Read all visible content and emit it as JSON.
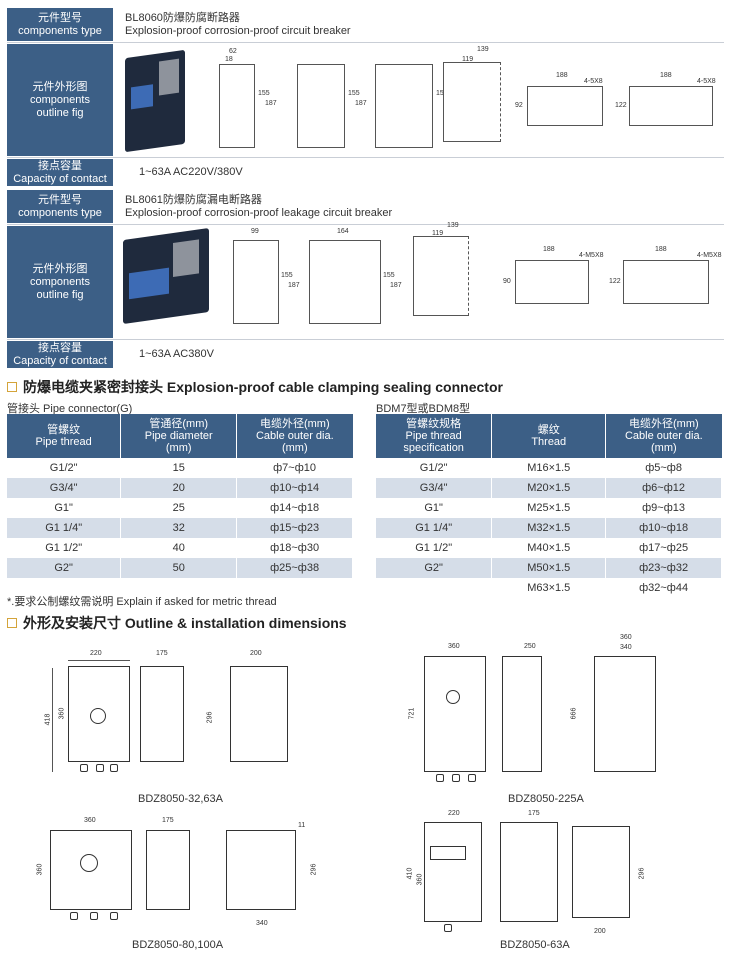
{
  "products": [
    {
      "type_label_cn": "元件型号",
      "type_label_en": "components type",
      "name_cn": "BL8060防爆防腐断路器",
      "name_en": "Explosion-proof corrosion-proof circuit breaker",
      "outline_label_cn": "元件外形图",
      "outline_label_en1": "components",
      "outline_label_en2": "outline fig",
      "capacity_label_cn": "接点容量",
      "capacity_label_en": "Capacity of contact",
      "capacity_value": "1~63A  AC220V/380V",
      "dims": {
        "d1": "62",
        "d2": "18",
        "d3": "155",
        "d4": "187",
        "d5": "139",
        "d6": "119",
        "d7": "188",
        "d8": "4-5X8",
        "d9": "92",
        "d10": "122"
      }
    },
    {
      "type_label_cn": "元件型号",
      "type_label_en": "components type",
      "name_cn": "BL8061防爆防腐漏电断路器",
      "name_en": "Explosion-proof corrosion-proof leakage circuit breaker",
      "outline_label_cn": "元件外形图",
      "outline_label_en1": "components",
      "outline_label_en2": "outline fig",
      "capacity_label_cn": "接点容量",
      "capacity_label_en": "Capacity of contact",
      "capacity_value": "1~63A  AC380V",
      "dims": {
        "d1": "99",
        "d2": "164",
        "d3": "155",
        "d4": "187",
        "d5": "139",
        "d6": "119",
        "d7": "188",
        "d8": "4-M5X8",
        "d9": "90",
        "d10": "122"
      }
    }
  ],
  "connector_section": {
    "title": "防爆电缆夹紧密封接头 Explosion-proof cable clamping sealing connector",
    "pipe_sub": "管接头 Pipe connector(G)",
    "bdm_sub": "BDM7型或BDM8型",
    "pipe_table": {
      "headers": [
        [
          "管螺纹",
          "Pipe thread"
        ],
        [
          "管通径(mm)",
          "Pipe diameter",
          "(mm)"
        ],
        [
          "电缆外径(mm)",
          "Cable outer dia.",
          "(mm)"
        ]
      ],
      "rows": [
        [
          "G1/2\"",
          "15",
          "ф7~ф10"
        ],
        [
          "G3/4\"",
          "20",
          "ф10~ф14"
        ],
        [
          "G1\"",
          "25",
          "ф14~ф18"
        ],
        [
          "G1 1/4\"",
          "32",
          "ф15~ф23"
        ],
        [
          "G1 1/2\"",
          "40",
          "ф18~ф30"
        ],
        [
          "G2\"",
          "50",
          "ф25~ф38"
        ]
      ]
    },
    "bdm_table": {
      "headers": [
        [
          "管螺纹规格",
          "Pipe thread",
          "specification"
        ],
        [
          "螺纹",
          "Thread"
        ],
        [
          "电缆外径(mm)",
          "Cable outer dia.",
          "(mm)"
        ]
      ],
      "rows": [
        [
          "G1/2\"",
          "M16×1.5",
          "ф5~ф8"
        ],
        [
          "G3/4\"",
          "M20×1.5",
          "ф6~ф12"
        ],
        [
          "G1\"",
          "M25×1.5",
          "ф9~ф13"
        ],
        [
          "G1 1/4\"",
          "M32×1.5",
          "ф10~ф18"
        ],
        [
          "G1 1/2\"",
          "M40×1.5",
          "ф17~ф25"
        ],
        [
          "G2\"",
          "M50×1.5",
          "ф23~ф32"
        ],
        [
          "",
          "M63×1.5",
          "ф32~ф44"
        ]
      ]
    },
    "note": "*.要求公制螺纹需说明  Explain if asked for metric thread"
  },
  "outline_section": {
    "title": "外形及安装尺寸 Outline & installation dimensions",
    "models": [
      {
        "caption": "BDZ8050-32,63A",
        "d_w": "220",
        "d_h1": "418",
        "d_h2": "360",
        "d_side": "175",
        "d_back": "200",
        "d_mount": "296"
      },
      {
        "caption": "BDZ8050-225A",
        "d_w": "360",
        "d_h": "721",
        "d_side": "250",
        "d_back1": "360",
        "d_back2": "340",
        "d_mount": "666"
      },
      {
        "caption": "BDZ8050-80,100A",
        "d_w": "360",
        "d_h": "360",
        "d_side": "175",
        "d_mount": "296",
        "d_bottom": "340",
        "d_small": "11"
      },
      {
        "caption": "BDZ8050-63A",
        "d_w": "220",
        "d_h1": "410",
        "d_h2": "360",
        "d_side": "175",
        "d_mount": "296",
        "d_bottom": "200"
      }
    ]
  }
}
